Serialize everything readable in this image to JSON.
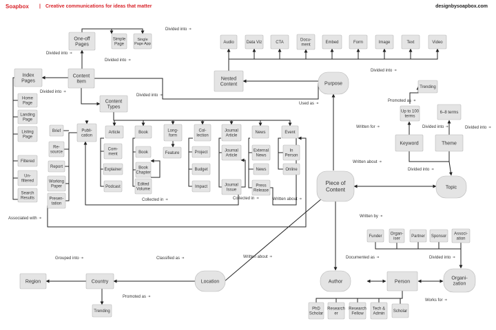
{
  "header": {
    "brand": "Soapbox",
    "separator": "|",
    "tagline": "Creative communications for ideas that matter",
    "site": "designbysoapbox.com"
  },
  "nodes": {
    "one_off_pages": [
      "One-off",
      "Pages"
    ],
    "simple_page": [
      "Simple",
      "Page"
    ],
    "single_page_app": [
      "Single",
      "Page App"
    ],
    "index_pages": [
      "Index",
      "Pages"
    ],
    "content_item": [
      "Content",
      "Item"
    ],
    "content_types": [
      "Content",
      "Types"
    ],
    "home_page": [
      "Home",
      "Page"
    ],
    "landing_page": [
      "Landing",
      "Page"
    ],
    "listing_page": [
      "Listing",
      "Page"
    ],
    "filtered": [
      "Filtered"
    ],
    "unfiltered": [
      "Un-",
      "filtered"
    ],
    "search_results": [
      "Search",
      "Results"
    ],
    "nested_content": [
      "Nested",
      "Content"
    ],
    "audio": [
      "Audio"
    ],
    "data_viz": [
      "Data Viz"
    ],
    "cta": [
      "CTA"
    ],
    "document": [
      "Docu-",
      "ment"
    ],
    "embed": [
      "Embed"
    ],
    "form": [
      "Form"
    ],
    "image": [
      "Image"
    ],
    "text": [
      "Text"
    ],
    "video": [
      "Video"
    ],
    "purpose": [
      "Purpose"
    ],
    "publication": [
      "Publi-",
      "cation"
    ],
    "brief": [
      "Brief"
    ],
    "resource": [
      "Re-",
      "source"
    ],
    "report": [
      "Report"
    ],
    "working_paper": [
      "Working",
      "Paper"
    ],
    "presentation": [
      "Presen-",
      "tation"
    ],
    "article": [
      "Article"
    ],
    "commentary": [
      "Com-",
      "ment"
    ],
    "explainer": [
      "Explainer"
    ],
    "podcast": [
      "Podcast"
    ],
    "book": [
      "Book"
    ],
    "book_sub": [
      "Book"
    ],
    "book_chapter": [
      "Book",
      "Chapter"
    ],
    "edited_volume": [
      "Edited",
      "Volume"
    ],
    "long_form": [
      "Long-",
      "form"
    ],
    "feature": [
      "Feature"
    ],
    "collection": [
      "Col-",
      "lection"
    ],
    "project": [
      "Project"
    ],
    "budget": [
      "Budget"
    ],
    "impact": [
      "Impact"
    ],
    "journal_article": [
      "Journal",
      "Article"
    ],
    "journal_article_sub": [
      "Journal",
      "Article"
    ],
    "journal_issue": [
      "Journal",
      "Issue"
    ],
    "news": [
      "News"
    ],
    "external_news": [
      "External",
      "News"
    ],
    "news_sub": [
      "News"
    ],
    "press_release": [
      "Press",
      "Release"
    ],
    "event": [
      "Event"
    ],
    "in_person": [
      "In",
      "Person"
    ],
    "online": [
      "Online"
    ],
    "trending_top": [
      "Trending"
    ],
    "up_to_100": [
      "Up to 100",
      "terms"
    ],
    "six_eight_terms": [
      "6–8 terms"
    ],
    "keyword": [
      "Keyword"
    ],
    "theme": [
      "Theme"
    ],
    "topic": [
      "Topic"
    ],
    "piece_of_content": [
      "Piece of",
      "Content"
    ],
    "funder": [
      "Funder"
    ],
    "organiser": [
      "Organ-",
      "iser"
    ],
    "partner": [
      "Partner"
    ],
    "sponsor": [
      "Sponsor"
    ],
    "association": [
      "Associ-",
      "ation"
    ],
    "organization": [
      "Organi-",
      "zation"
    ],
    "author": [
      "Author"
    ],
    "person": [
      "Person"
    ],
    "phd_scholar": [
      "PhD",
      "Scholar"
    ],
    "researcher": [
      "Research",
      "er"
    ],
    "research_fellow": [
      "Research",
      "Fellow"
    ],
    "tech_admin": [
      "Tech &",
      "Admin"
    ],
    "scholar": [
      "Scholar"
    ],
    "region": [
      "Region"
    ],
    "country": [
      "Country"
    ],
    "location": [
      "Location"
    ],
    "trending_bottom": [
      "Trending"
    ]
  },
  "labels": {
    "divided_into_oneoff": "Divided into",
    "divided_into_ci": "Divided into",
    "divided_into_index": "Divided into",
    "divided_into_left": "Divided into",
    "divided_into_ct": "Divided into",
    "divided_into_nested": "Divided into",
    "used_as": "Used as",
    "written_for": "Written for",
    "promoted_as_top": "Promoted as",
    "divided_into_kw": "Divided into",
    "divided_into_theme": "Divided into",
    "divided_into_topic": "Divided into",
    "written_about_topic": "Written about",
    "collected_in_1": "Collected in",
    "collected_in_2": "Collected in",
    "written_about_news": "Written about",
    "associated_with": "Associated with",
    "written_by": "Written by",
    "divided_into_org": "Divided into",
    "documented_as": "Documented as",
    "works_for": "Works for",
    "grouped_into": "Grouped into",
    "classified_as": "Classified as",
    "written_about_loc": "Written about",
    "promoted_as_bottom": "Promoted as"
  }
}
